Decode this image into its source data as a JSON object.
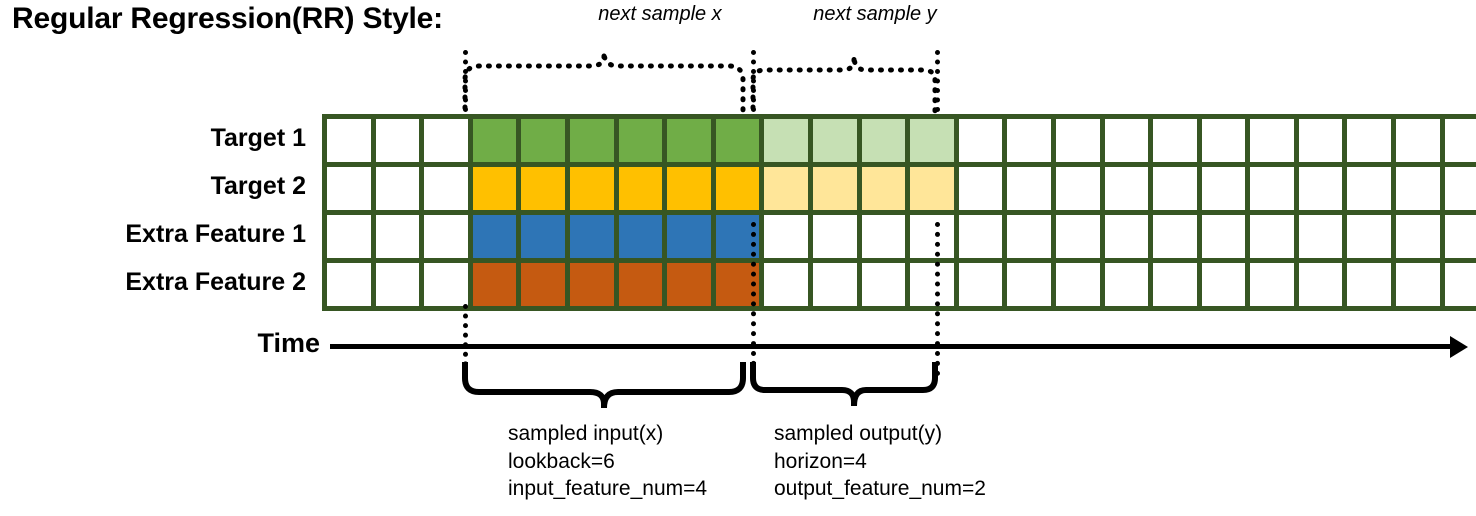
{
  "title": "Regular Regression(RR) Style:",
  "annotations": {
    "next_sample_x": "next sample x",
    "next_sample_y": "next sample y"
  },
  "rows": [
    {
      "label": "Target 1",
      "color": "#70AD47",
      "faded_color": "#C6E0B4"
    },
    {
      "label": "Target 2",
      "color": "#FFC000",
      "faded_color": "#FFE699"
    },
    {
      "label": "Extra Feature 1",
      "color": "#2E75B6",
      "faded_color": "#FFFFFF"
    },
    {
      "label": "Extra Feature 2",
      "color": "#C55A11",
      "faded_color": "#FFFFFF"
    }
  ],
  "grid": {
    "total_columns": 24,
    "leading_blank_columns": 3,
    "lookback_columns": 6,
    "horizon_columns": 4,
    "trailing_blank_columns": 11,
    "border_color": "#375623"
  },
  "axis": {
    "time_label": "Time"
  },
  "captions": {
    "input": {
      "line1": "sampled input(x)",
      "line2": "lookback=6",
      "line3": "input_feature_num=4"
    },
    "output": {
      "line1": "sampled output(y)",
      "line2": "horizon=4",
      "line3": "output_feature_num=2"
    }
  }
}
